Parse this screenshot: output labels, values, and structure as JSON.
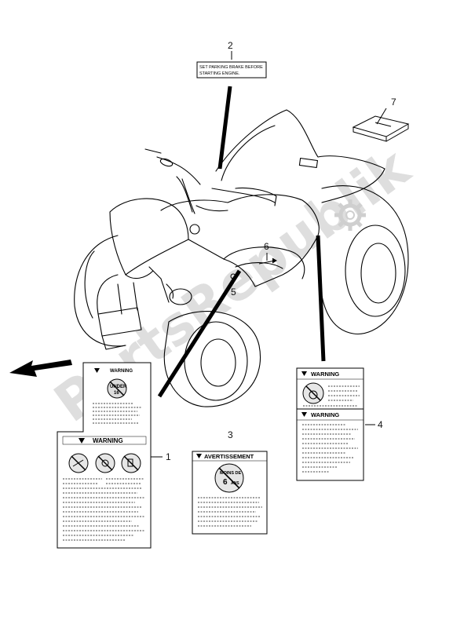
{
  "callouts": {
    "c1": "1",
    "c2": "2",
    "c3": "3",
    "c4": "4",
    "c5": "5",
    "c6": "6",
    "c7": "7"
  },
  "labels": {
    "parking_brake_line1": "SET PARKING BRAKE BEFORE",
    "parking_brake_line2": "STARTING ENGINE.",
    "warning_small": "WARNING",
    "under_badge_1": "UNDER",
    "under_badge_2": "16",
    "warning_main": "WARNING",
    "avertissement": "AVERTISSEMENT",
    "moins_de": "MOINS DE",
    "six": "6",
    "ans": "ANS",
    "warning_top": "WARNING",
    "warning_bottom": "WARNING"
  },
  "watermark": "PartsRepublik",
  "colors": {
    "line": "#000000",
    "watermark": "#d9d9d9",
    "background": "#ffffff"
  },
  "icons": [
    "front-direction-arrow-icon",
    "gear-icon",
    "no-passenger-icon",
    "no-helmet-icon",
    "no-drink-icon",
    "no-child-icon"
  ]
}
